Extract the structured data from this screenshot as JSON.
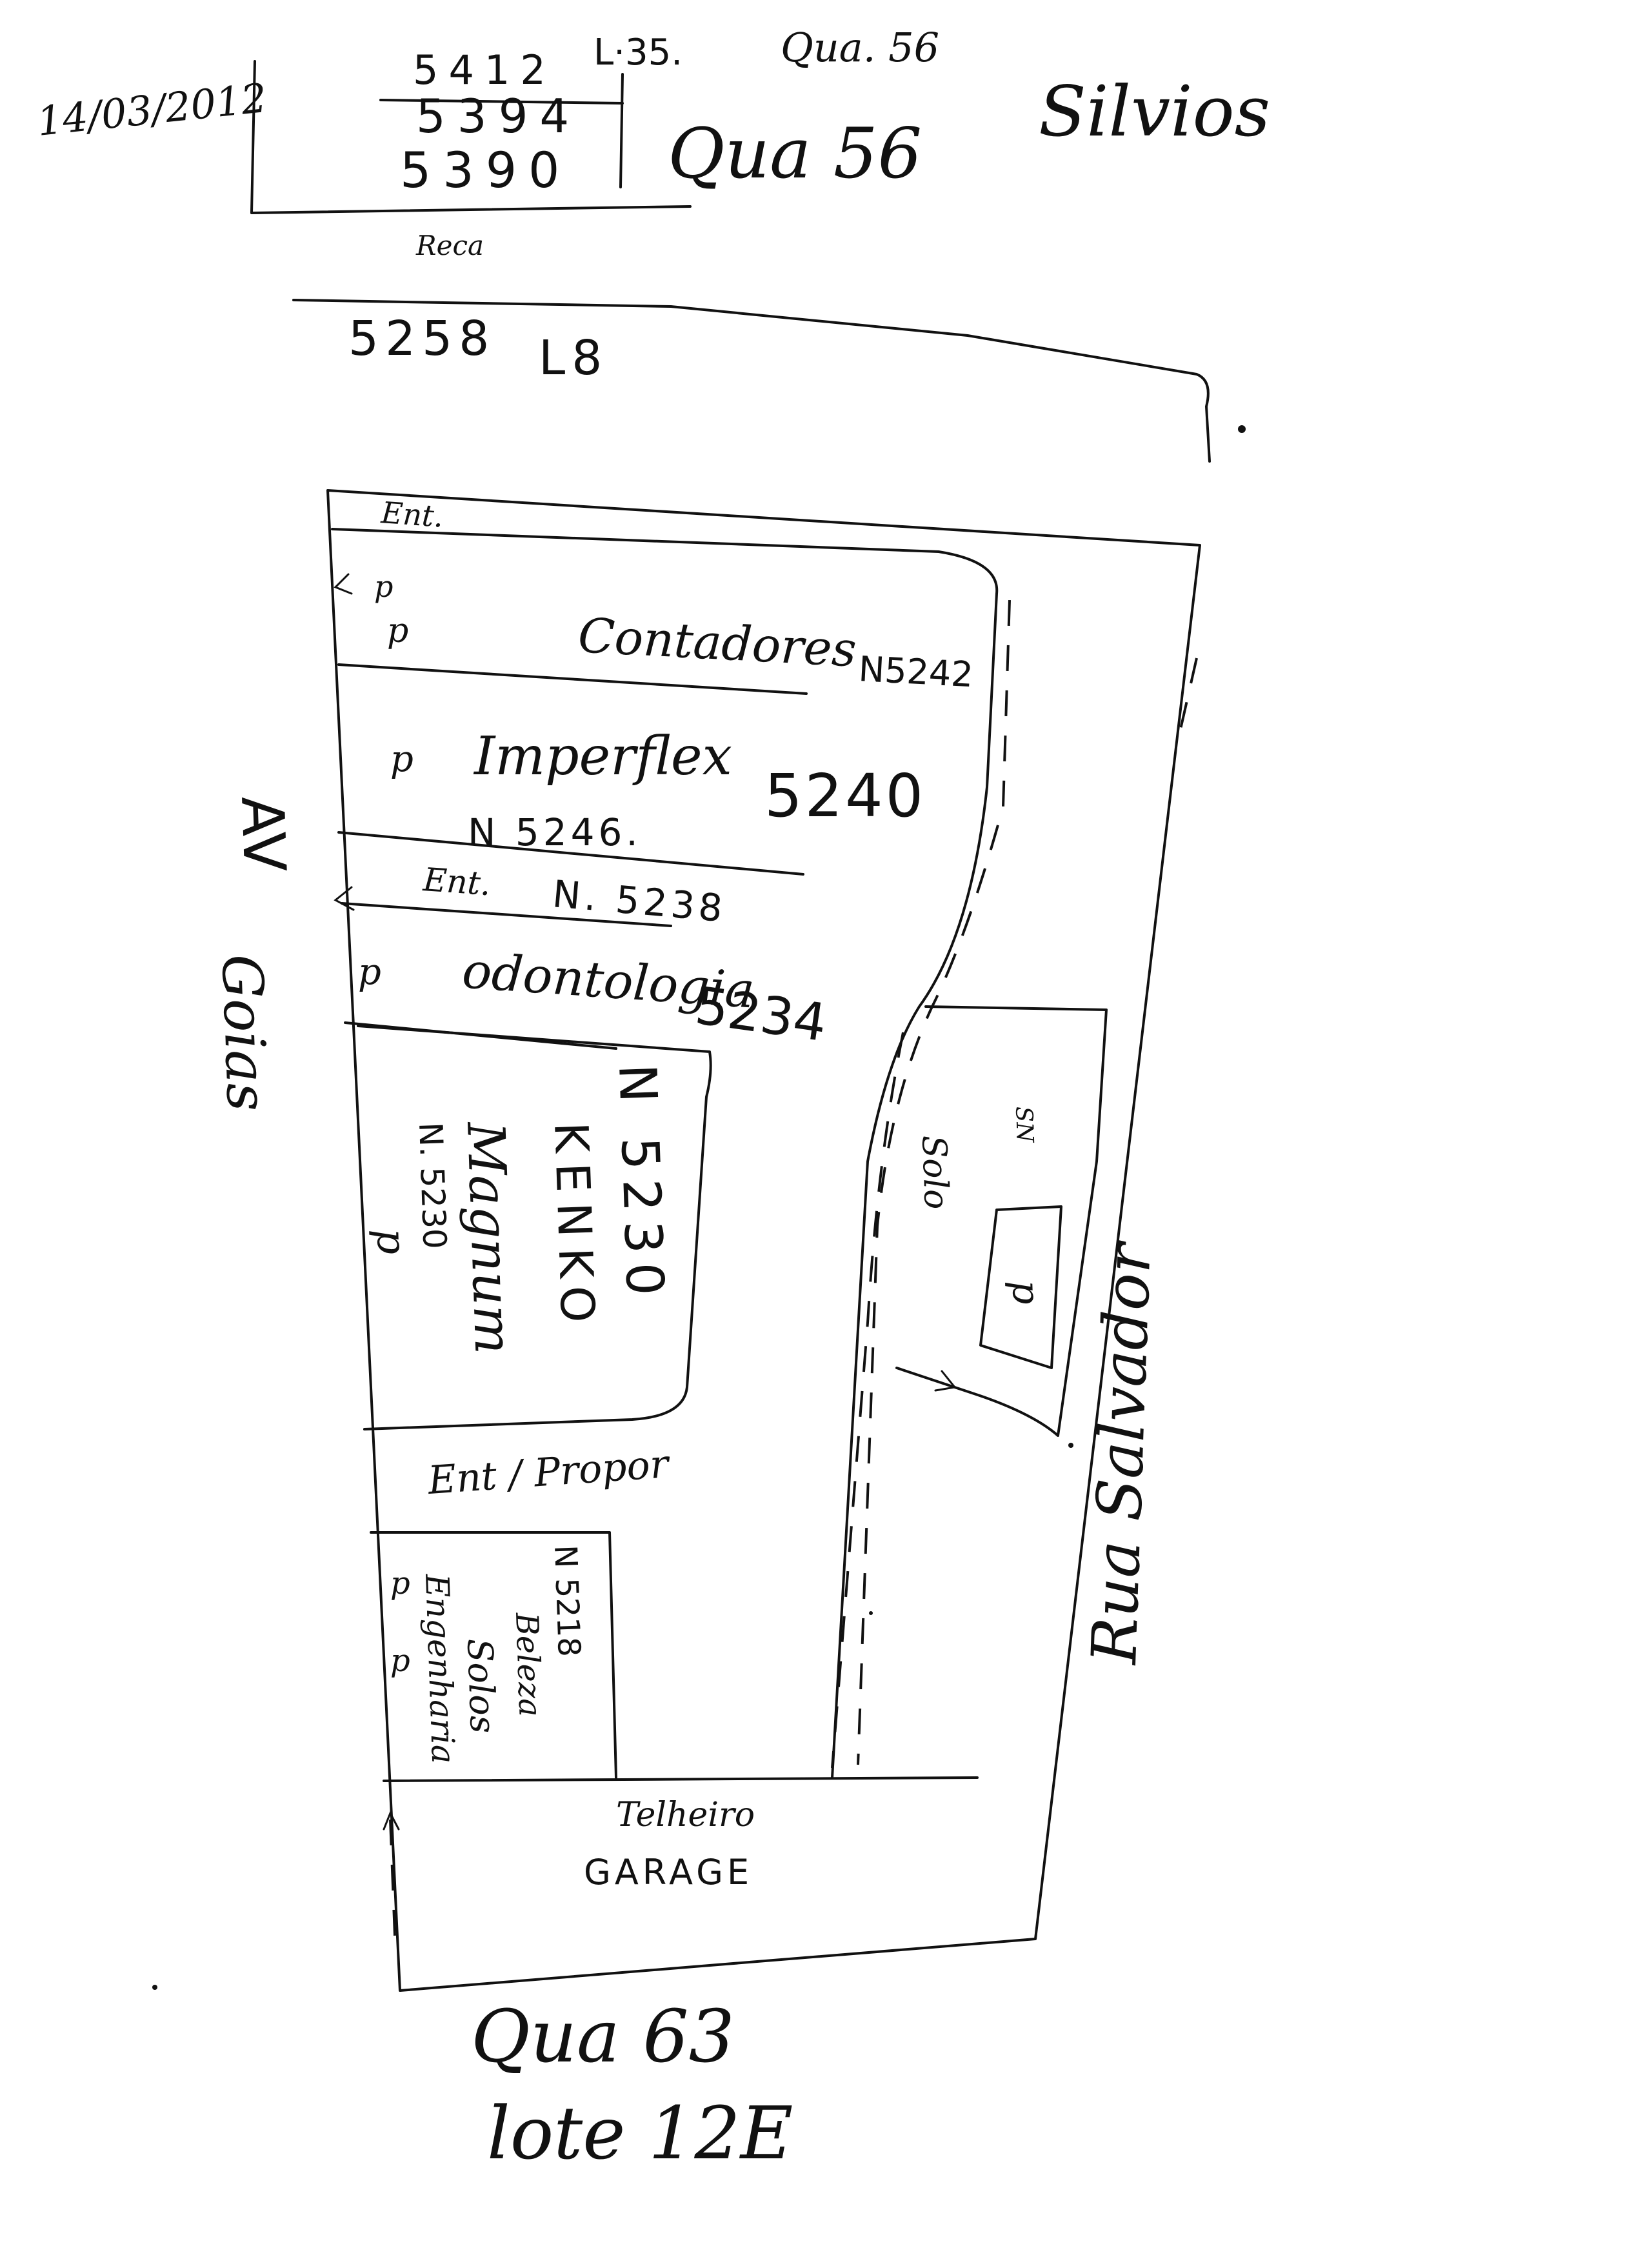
{
  "header": {
    "date": "14/03/2012",
    "top_number": "5412",
    "top_lote": "L·35.",
    "top_quadra": "Qua. 56",
    "struck_number": "5394",
    "number_5390": "5390",
    "quadra_56": "Qua 56",
    "street_top": "Silvios",
    "small_label": "Reca",
    "lot_number": "5258",
    "lot_label": "L8"
  },
  "plan": {
    "ent_top": "Ent.",
    "p_top_1": "p",
    "p_top_2": "p",
    "contadores": "Contadores",
    "n5242": "N5242",
    "p_imperflex": "p",
    "imperflex": "Imperflex",
    "n5246": "N 5246.",
    "n5240": "5240",
    "ent_mid": "Ent.",
    "n5238": "N. 5238",
    "p_odonto": "p",
    "odontologia": "odontologia",
    "n5234": "5234",
    "n5230_label": "N 5230",
    "kenko": "KENKO",
    "magnum": "Magnum",
    "n523o": "N. 5230",
    "p_magnum": "p",
    "solo": "Solo",
    "sn": "SN",
    "p_solo": "p",
    "ent_propor": "Ent / Propor",
    "p_bottom_1": "p",
    "p_bottom_2": "p",
    "engenharia": "Engenharia",
    "solos": "Solos",
    "beleza": "Beleza",
    "n5218": "N 5218",
    "telheiro": "Telheiro",
    "garage": "GARAGE"
  },
  "streets": {
    "av_goias_1": "AV",
    "av_goias_2": "Goias",
    "rua_salvador": "Rua Salvador"
  },
  "footer": {
    "quadra_63": "Qua 63",
    "lote_12e": "lote 12E"
  }
}
